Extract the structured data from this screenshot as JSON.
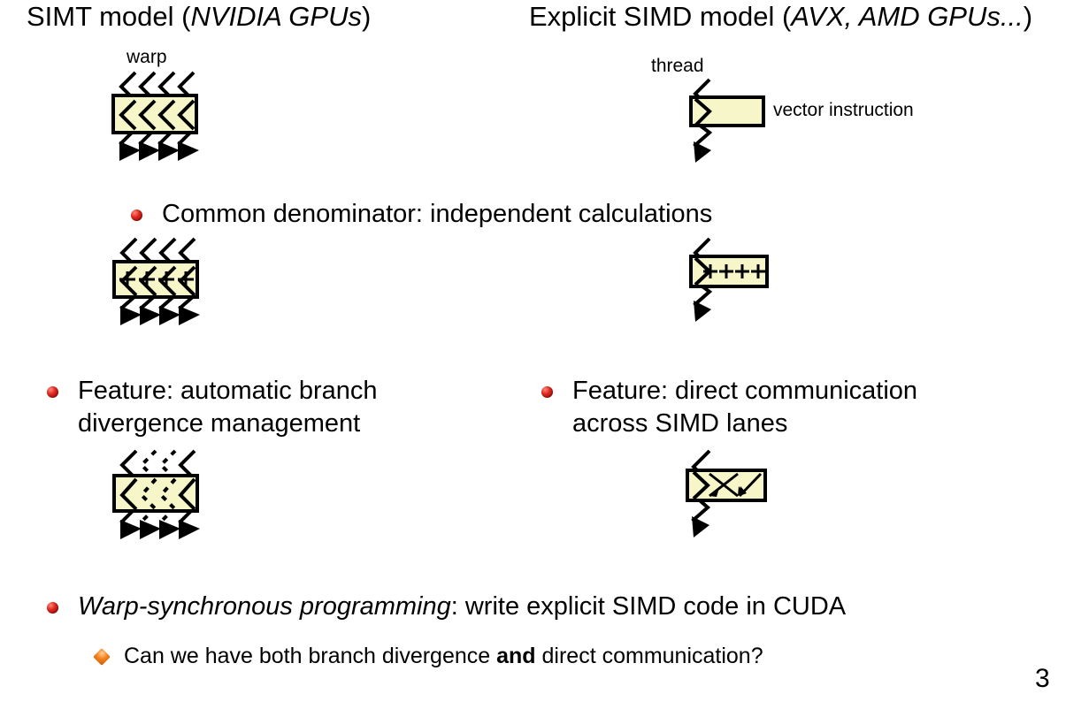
{
  "slide": {
    "page_number": "3",
    "background": "#ffffff",
    "box_fill": "#f7f6c8",
    "box_stroke": "#000000",
    "bullet_color_level1": "#c1151b",
    "bullet_color_level2": "#f58220"
  },
  "columns": {
    "left": {
      "heading_plain": "SIMT model (",
      "heading_italic": "NVIDIA GPUs",
      "heading_tail": ")",
      "diagram_label": "warp"
    },
    "right": {
      "heading_plain": "Explicit SIMD model (",
      "heading_italic": "AVX, AMD GPUs...",
      "heading_tail": ")",
      "diagram_label": "thread",
      "instruction_label": "vector instruction"
    }
  },
  "bullets": {
    "common": "Common denominator: independent calculations",
    "feature_left_line1": "Feature: automatic branch",
    "feature_left_line2": "divergence management",
    "feature_right_line1": "Feature: direct communication",
    "feature_right_line2": "across SIMD lanes",
    "warp_sync_italic": "Warp-synchronous programming",
    "warp_sync_rest": ": write explicit SIMD code in CUDA",
    "question_pre": "Can we have both branch divergence ",
    "question_bold": "and",
    "question_post": " direct communication?"
  },
  "diagrams": {
    "warp_plain": {
      "name": "warp-4-lanes-empty-instruction",
      "lanes": 4,
      "box_content": "",
      "style": "solid"
    },
    "thread_plain": {
      "name": "thread-1-lane-vector-instruction",
      "lanes": 1,
      "box_content": "",
      "style": "solid"
    },
    "warp_add": {
      "name": "warp-4-lanes-add-instruction",
      "lanes": 4,
      "box_content": "+ + + +",
      "style": "solid"
    },
    "thread_add": {
      "name": "thread-vector-add-instruction",
      "lanes": 1,
      "box_content": "++++",
      "style": "solid"
    },
    "warp_divergent": {
      "name": "warp-4-lanes-branch-divergence",
      "lanes": 4,
      "box_content": "",
      "style": "two-outer-solid-two-inner-dashed"
    },
    "thread_shuffle": {
      "name": "thread-simd-lane-shuffle",
      "lanes": 1,
      "box_content": "crossing-arrows",
      "style": "solid"
    }
  }
}
